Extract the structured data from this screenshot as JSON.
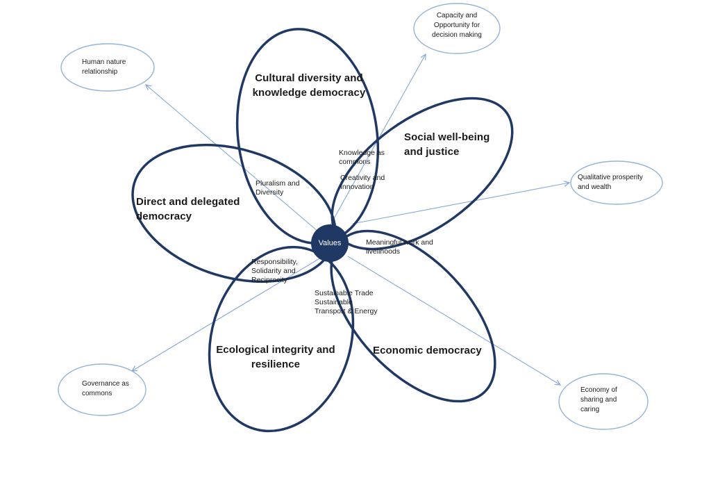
{
  "diagram": {
    "center": {
      "label": "Values"
    },
    "petals": [
      {
        "title": "Cultural diversity and knowledge democracy"
      },
      {
        "title": "Social well-being and justice"
      },
      {
        "title": "Direct and delegated democracy"
      },
      {
        "title": "Ecological integrity and resilience"
      },
      {
        "title": "Economic democracy"
      }
    ],
    "overlap_labels": [
      {
        "label": "Knowledge as commons"
      },
      {
        "label": "Creativity and Innovation"
      },
      {
        "label": "Pluralism and Diversity"
      },
      {
        "label": "Meaningful work and livelihoods"
      },
      {
        "label": "Responsibility, Solidarity and Reciprocity"
      },
      {
        "label": "Sustainable Trade Sustainable Transport & Energy"
      }
    ],
    "satellites": [
      {
        "label": "Human nature relationship"
      },
      {
        "label": "Capacity and Opportunity for decision making"
      },
      {
        "label": "Qualitative prosperity and wealth"
      },
      {
        "label": "Economy of sharing and caring"
      },
      {
        "label": "Governance as commons"
      }
    ],
    "colors": {
      "petal_stroke": "#1f3864",
      "center_fill": "#1f3864",
      "center_text": "#ffffff",
      "satellite_stroke": "#95b3d7",
      "arrow": "#84a7d8",
      "text": "#1a1a1a"
    }
  }
}
